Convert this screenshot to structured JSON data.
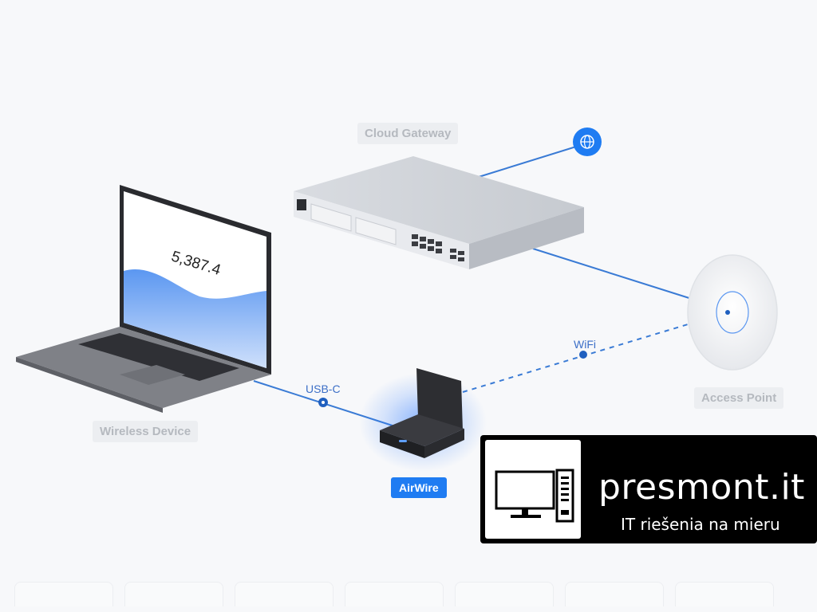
{
  "diagram": {
    "nodes": {
      "cloud_gateway": "Cloud Gateway",
      "wireless_device": "Wireless Device",
      "access_point": "Access Point",
      "airwire": "AirWire"
    },
    "links": {
      "usb_c": "USB-C",
      "wifi": "WiFi"
    },
    "laptop_screen": {
      "value": "5,387.4"
    },
    "colors": {
      "link_line": "#3a7bd5",
      "globe": "#1f7cf2",
      "airwire_label": "#1f7cf2",
      "airwire_glow": "#2f7bff"
    }
  },
  "brand": {
    "name": "presmont.it",
    "tagline": "IT riešenia na mieru",
    "icon": "computer-tower-icon"
  }
}
